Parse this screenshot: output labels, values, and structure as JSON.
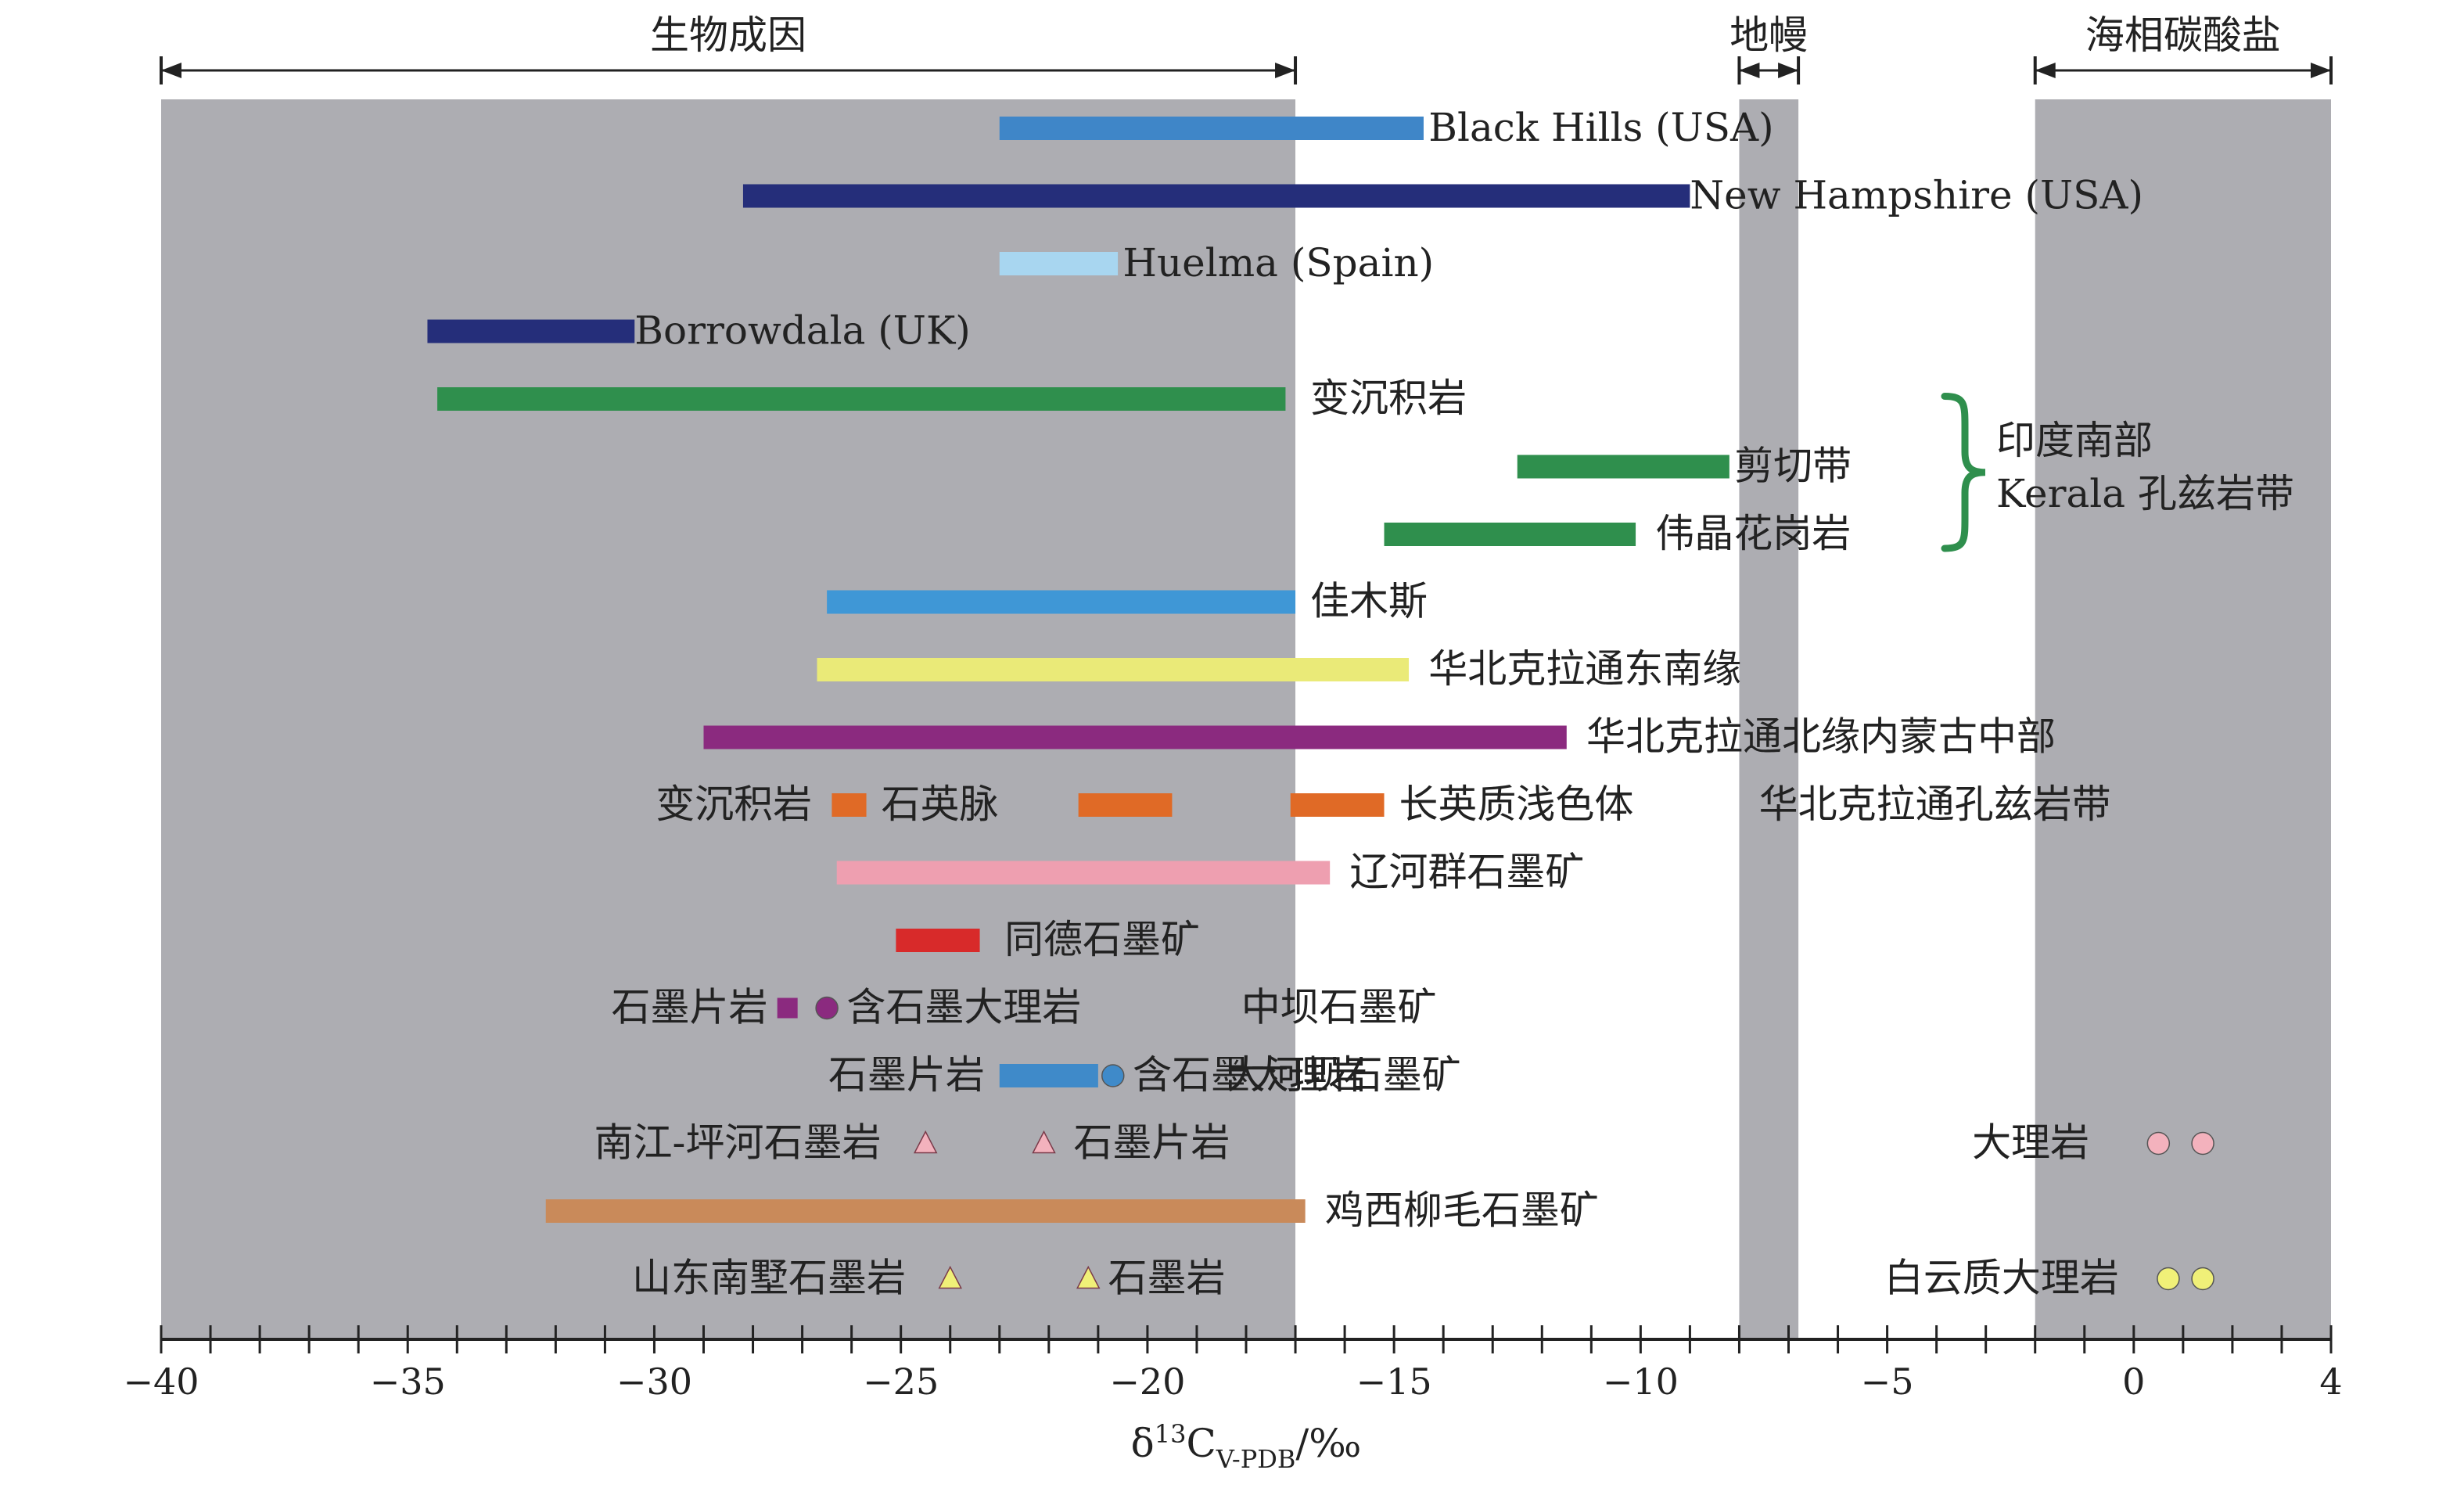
{
  "chart_data": {
    "type": "range-bar",
    "xlim": [
      -40,
      4
    ],
    "x_ticks": [
      -40,
      -35,
      -30,
      -25,
      -20,
      -15,
      -10,
      -5,
      0,
      4
    ],
    "x_tick_labels": [
      "−40",
      "−35",
      "−30",
      "−25",
      "−20",
      "−15",
      "−10",
      "−5",
      "0",
      "4"
    ],
    "xlabel": {
      "base": "δ",
      "sup": "13",
      "main": "C",
      "sub": "V-PDB",
      "unit": "/‰"
    },
    "regions": [
      {
        "label": "生物成因",
        "from": -40,
        "to": -17,
        "color": "#adadb2"
      },
      {
        "label": "地幔",
        "from": -8,
        "to": -6.8,
        "color": "#adadb2"
      },
      {
        "label": "海相碳酸盐",
        "from": -2,
        "to": 4,
        "color": "#adadb2"
      }
    ],
    "bars": [
      {
        "row": 0,
        "from": -23,
        "to": -14.4,
        "color": "#3f86c8",
        "label": "Black Hills (USA)",
        "label_at": -14.3
      },
      {
        "row": 1,
        "from": -28.2,
        "to": -9,
        "color": "#252e7a",
        "label": "New Hampshire (USA)",
        "label_at": -9
      },
      {
        "row": 2,
        "from": -23,
        "to": -20.6,
        "color": "#a8d6f0",
        "label": "Huelma (Spain)",
        "label_at": -20.5
      },
      {
        "row": 3,
        "from": -34.6,
        "to": -30.4,
        "color": "#252e7a",
        "label": "Borrowdala (UK)",
        "label_at": -30.4
      },
      {
        "row": 4,
        "from": -34.4,
        "to": -17.2,
        "color": "#2f8f4d",
        "label": "变沉积岩",
        "label_at": -16.7
      },
      {
        "row": 5,
        "from": -12.5,
        "to": -8.2,
        "color": "#2f8f4d",
        "label": "剪切带",
        "label_at": -8.1
      },
      {
        "row": 6,
        "from": -15.2,
        "to": -10.1,
        "color": "#2f8f4d",
        "label": "伟晶花岗岩",
        "label_at": -9.7
      },
      {
        "row": 7,
        "from": -26.5,
        "to": -17,
        "color": "#3f97d6",
        "label": "佳木斯",
        "label_at": -16.7
      },
      {
        "row": 8,
        "from": -26.7,
        "to": -14.7,
        "color": "#eaea78",
        "label": "华北克拉通东南缘",
        "label_at": -14.3
      },
      {
        "row": 9,
        "from": -29,
        "to": -11.5,
        "color": "#8b2a7f",
        "label": "华北克拉通北缘内蒙古中部",
        "label_at": -11.1
      },
      {
        "row": 10,
        "from": -26.4,
        "to": -25.7,
        "color": "#e06a26",
        "label": "",
        "label_at": null
      },
      {
        "row": 10,
        "from": -21.4,
        "to": -19.5,
        "color": "#e06a26",
        "label": "",
        "label_at": null
      },
      {
        "row": 10,
        "from": -17.1,
        "to": -15.2,
        "color": "#e06a26",
        "label": "",
        "label_at": null
      },
      {
        "row": 11,
        "from": -26.3,
        "to": -16.3,
        "color": "#ee9fb0",
        "label": "辽河群石墨矿",
        "label_at": -15.9
      },
      {
        "row": 12,
        "from": -25.1,
        "to": -23.4,
        "color": "#d82a2a",
        "label": "同德石墨矿",
        "label_at": -22.9
      },
      {
        "row": 14,
        "from": -23,
        "to": -21,
        "color": "#3f8ac9",
        "label": "",
        "label_at": null
      },
      {
        "row": 16,
        "from": -32.2,
        "to": -16.8,
        "color": "#c98a5a",
        "label": "鸡西柳毛石墨矿",
        "label_at": -16.4
      }
    ],
    "row_texts": [
      {
        "row": 10,
        "text": "变沉积岩",
        "end_at": -26.8
      },
      {
        "row": 10,
        "text": "石英脉",
        "from_at": -25.4
      },
      {
        "row": 10,
        "text": "长英质浅色体",
        "from_at": -14.9
      },
      {
        "row": 10,
        "text": "华北克拉通孔兹岩带",
        "from_at": -7.6
      },
      {
        "row": 13,
        "text": "石墨片岩",
        "end_at": -27.7
      },
      {
        "row": 13,
        "text": "含石墨大理岩",
        "from_at": -26.1
      },
      {
        "row": 13,
        "text": "中坝石墨矿",
        "from_at": -18.1
      },
      {
        "row": 14,
        "text": "石墨片岩",
        "end_at": -23.3
      },
      {
        "row": 14,
        "text": "含石墨大理岩",
        "from_at": -20.3
      },
      {
        "row": 14,
        "text": "大河坝石墨矿",
        "from_at": -18.4
      },
      {
        "row": 15,
        "text": "南江-坪河石墨岩",
        "end_at": -25.4
      },
      {
        "row": 15,
        "text": "石墨片岩",
        "from_at": -21.5
      },
      {
        "row": 15,
        "text": "大理岩",
        "end_at": -0.9
      },
      {
        "row": 17,
        "text": "山东南墅石墨岩",
        "end_at": -24.9
      },
      {
        "row": 17,
        "text": "石墨岩",
        "from_at": -20.8
      },
      {
        "row": 17,
        "text": "白云质大理岩",
        "end_at": -0.3
      }
    ],
    "markers": [
      {
        "row": 13,
        "x": -27.3,
        "shape": "square",
        "color": "#8b2a7f"
      },
      {
        "row": 13,
        "x": -26.5,
        "shape": "circle",
        "color": "#8b2a7f"
      },
      {
        "row": 14,
        "x": -20.7,
        "shape": "circle",
        "color": "#3f8ac9"
      },
      {
        "row": 15,
        "x": -24.5,
        "shape": "triangle",
        "color": "#f3b2bd"
      },
      {
        "row": 15,
        "x": -22.1,
        "shape": "triangle",
        "color": "#f3b2bd"
      },
      {
        "row": 15,
        "x": 0.5,
        "shape": "circle",
        "color": "#f3b2bd"
      },
      {
        "row": 15,
        "x": 1.4,
        "shape": "circle",
        "color": "#f3b2bd"
      },
      {
        "row": 17,
        "x": -24,
        "shape": "triangle",
        "color": "#f0f078"
      },
      {
        "row": 17,
        "x": -21.2,
        "shape": "triangle",
        "color": "#f0f078"
      },
      {
        "row": 17,
        "x": 0.7,
        "shape": "circle",
        "color": "#f0f078"
      },
      {
        "row": 17,
        "x": 1.4,
        "shape": "circle",
        "color": "#f0f078"
      }
    ],
    "group_label": {
      "rows": [
        5,
        6
      ],
      "lines": [
        "印度南部",
        "Kerala 孔兹岩带"
      ],
      "color": "#2f8f4d"
    }
  }
}
